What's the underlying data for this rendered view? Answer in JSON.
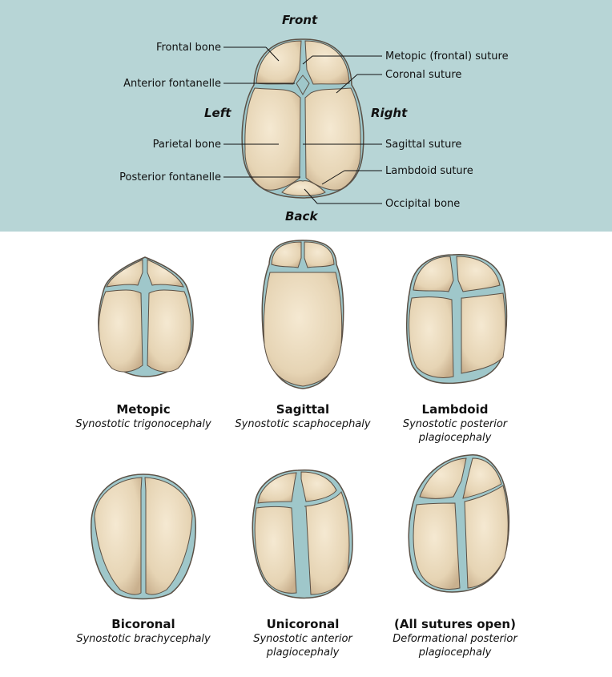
{
  "anatomy": {
    "directions": {
      "front": "Front",
      "back": "Back",
      "left": "Left",
      "right": "Right"
    },
    "labels_left": [
      "Frontal bone",
      "Anterior fontanelle",
      "Parietal bone",
      "Posterior fontanelle"
    ],
    "labels_right": [
      "Metopic (frontal) suture",
      "Coronal suture",
      "Sagittal suture",
      "Lambdoid suture",
      "Occipital bone"
    ]
  },
  "types": [
    {
      "title": "Metopic",
      "subtitle": "Synostotic trigonocephaly"
    },
    {
      "title": "Sagittal",
      "subtitle": "Synostotic scaphocephaly"
    },
    {
      "title": "Lambdoid",
      "subtitle": "Synostotic posterior plagiocephaly"
    },
    {
      "title": "Bicoronal",
      "subtitle": "Synostotic brachycephaly"
    },
    {
      "title": "Unicoronal",
      "subtitle": "Synostotic anterior plagiocephaly"
    },
    {
      "title": "(All sutures open)",
      "subtitle": "Deformational posterior plagiocephaly"
    }
  ],
  "colors": {
    "panel": "#b7d5d6",
    "bone": "#ecdcc0",
    "suture": "#9fc7ca",
    "outline": "#5b5045"
  }
}
